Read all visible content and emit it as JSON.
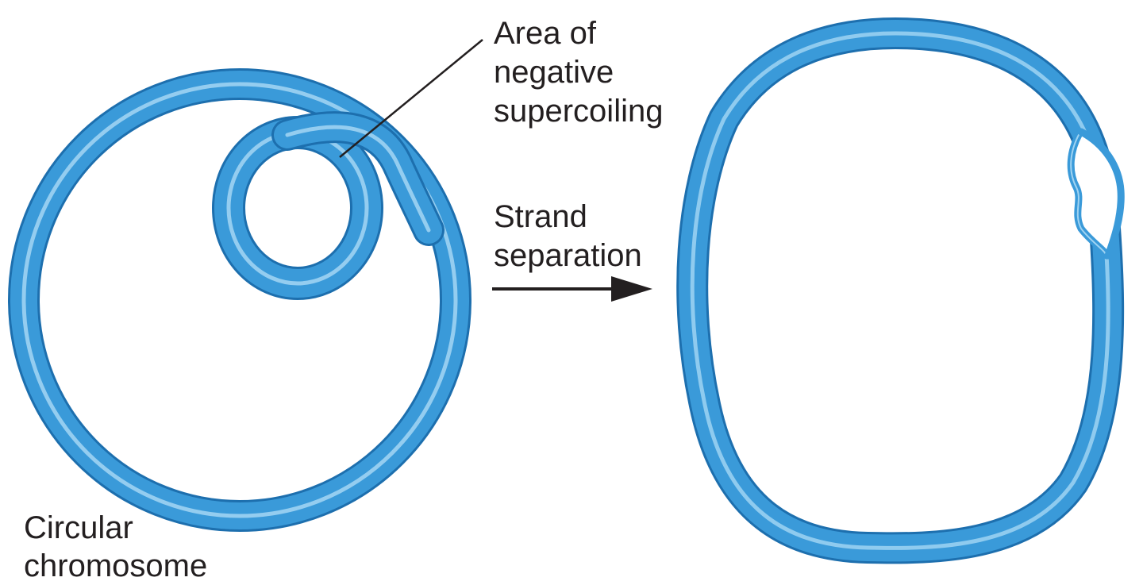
{
  "labels": {
    "supercoil": {
      "line1": "Area of",
      "line2": "negative",
      "line3": "supercoiling"
    },
    "process": {
      "line1": "Strand",
      "line2": "separation"
    },
    "chromosome": {
      "line1": "Circular",
      "line2": "chromosome"
    }
  },
  "colors": {
    "dna_main": "#3a9ad9",
    "dna_dark": "#1d6fae",
    "dna_highlight": "#9fd3f2",
    "text": "#231f20"
  }
}
